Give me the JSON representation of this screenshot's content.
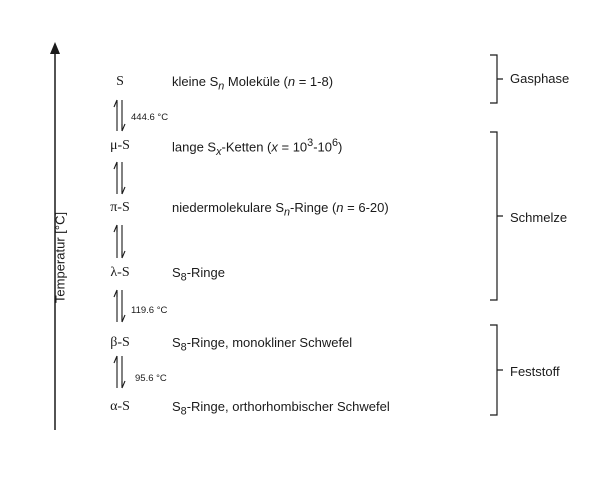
{
  "axis": {
    "label": "Temperatur  [°C]"
  },
  "species": [
    {
      "symbol": "S",
      "description": "kleine S<sub><i>n</i></sub> Moleküle (<i>n</i> = 1-8)"
    },
    {
      "symbol": "μ-S",
      "description": "lange S<sub><i>x</i></sub>-Ketten (<i>x</i> = 10<sup>3</sup>-10<sup>6</sup>)"
    },
    {
      "symbol": "π-S",
      "description": "niedermolekulare S<sub><i>n</i></sub>-Ringe (<i>n</i> = 6-20)"
    },
    {
      "symbol": "λ-S",
      "description": "S<sub>8</sub>-Ringe"
    },
    {
      "symbol": "β-S",
      "description": "S<sub>8</sub>-Ringe, monokliner Schwefel"
    },
    {
      "symbol": "α-S",
      "description": "S<sub>8</sub>-Ringe, orthorhombischer Schwefel"
    }
  ],
  "transitions": [
    {
      "temperature": "444.6 °C"
    },
    {
      "temperature": ""
    },
    {
      "temperature": ""
    },
    {
      "temperature": "119.6 °C"
    },
    {
      "temperature": "95.6 °C"
    }
  ],
  "phases": [
    {
      "label": "Gasphase"
    },
    {
      "label": "Schmelze"
    },
    {
      "label": "Feststoff"
    }
  ]
}
